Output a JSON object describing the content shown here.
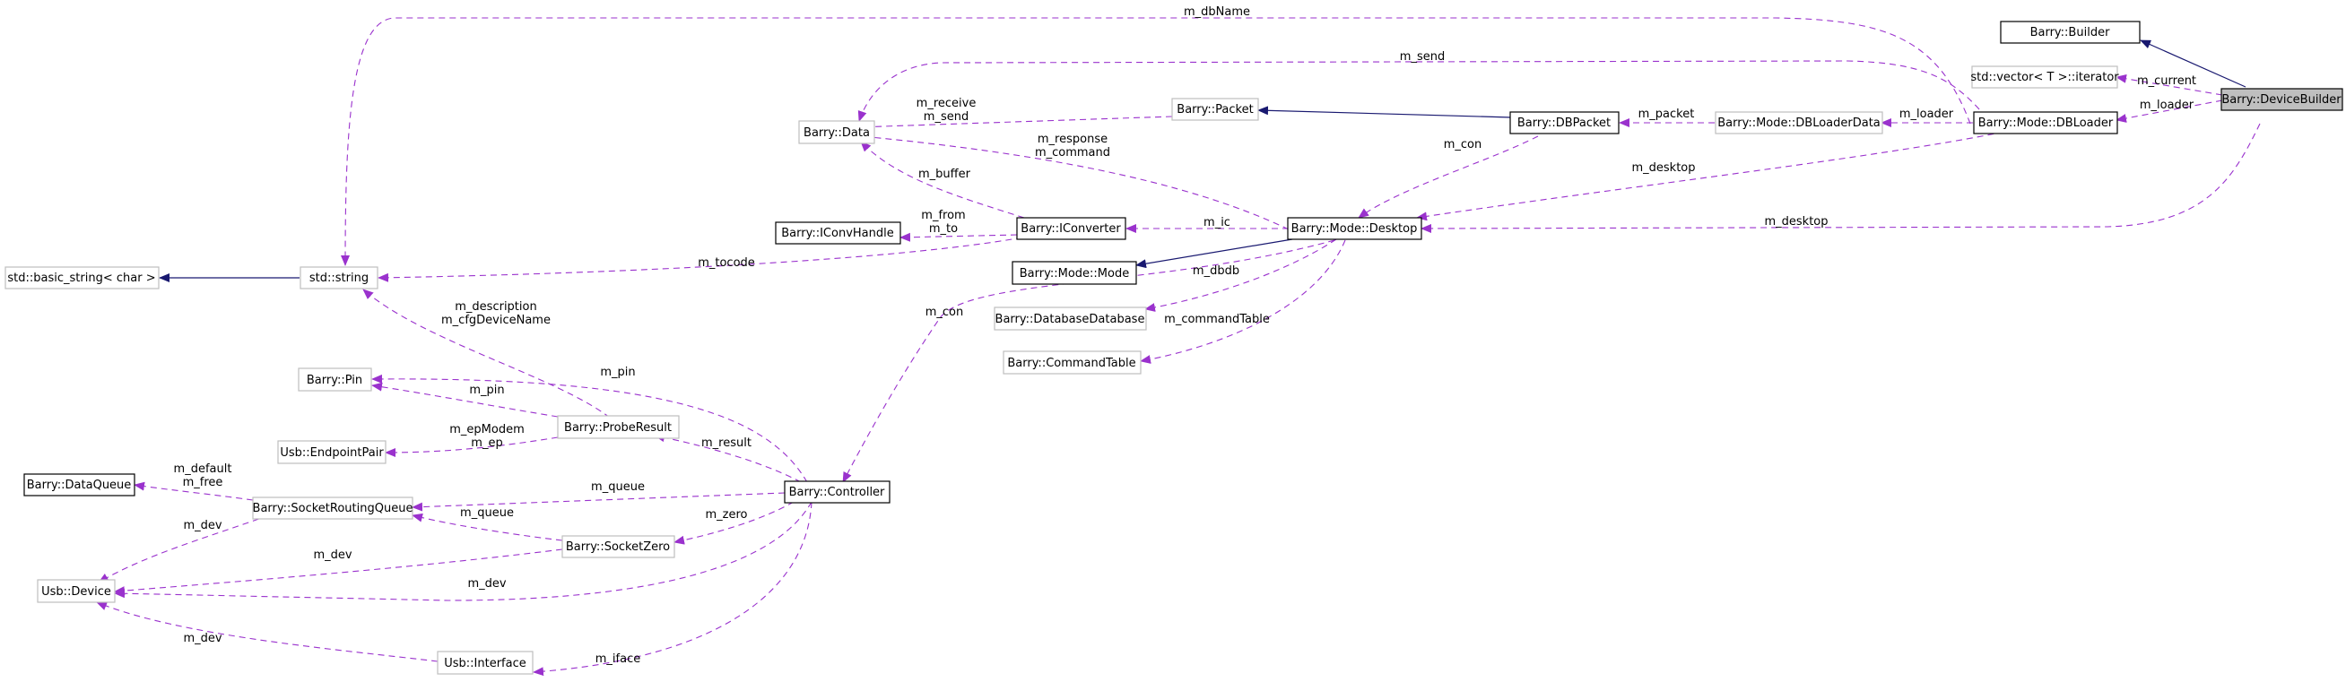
{
  "colors": {
    "usage": "#9a32cd",
    "inheritance": "#191970",
    "current_fill": "#bfbfbf",
    "grey_border": "#bfbfbf"
  },
  "nodes": {
    "builder": "Barry::Builder",
    "vector_iterator": "std::vector< T >::iterator",
    "device_builder": "Barry::DeviceBuilder",
    "dbloader": "Barry::Mode::DBLoader",
    "dbloader_data": "Barry::Mode::DBLoaderData",
    "dbpacket": "Barry::DBPacket",
    "packet": "Barry::Packet",
    "data": "Barry::Data",
    "desktop": "Barry::Mode::Desktop",
    "iconverter": "Barry::IConverter",
    "iconv_handle": "Barry::IConvHandle",
    "mode": "Barry::Mode::Mode",
    "database_database": "Barry::DatabaseDatabase",
    "command_table": "Barry::CommandTable",
    "basic_string": "std::basic_string< char >",
    "std_string": "std::string",
    "pin": "Barry::Pin",
    "probe_result": "Barry::ProbeResult",
    "endpoint_pair": "Usb::EndpointPair",
    "controller": "Barry::Controller",
    "data_queue": "Barry::DataQueue",
    "socket_routing_queue": "Barry::SocketRoutingQueue",
    "socket_zero": "Barry::SocketZero",
    "usb_device": "Usb::Device",
    "usb_interface": "Usb::Interface"
  },
  "edge_labels": {
    "db_name": "m_dbName",
    "send_top": "m_send",
    "current": "m_current",
    "loader_db": "m_loader",
    "loader_dbdata": "m_loader",
    "packet": "m_packet",
    "receive": "m_receive",
    "send_packet": "m_send",
    "response": "m_response",
    "command": "m_command",
    "con_dbpacket": "m_con",
    "desktop_dbloader": "m_desktop",
    "desktop_builder": "m_desktop",
    "buffer": "m_buffer",
    "ic": "m_ic",
    "from": "m_from",
    "to": "m_to",
    "tocode": "m_tocode",
    "dbdb": "m_dbdb",
    "command_table": "m_commandTable",
    "con_controller": "m_con",
    "description": "m_description",
    "cfg_device_name": "m_cfgDeviceName",
    "pin_controller": "m_pin",
    "pin_probe": "m_pin",
    "ep_modem": "m_epModem",
    "ep": "m_ep",
    "result": "m_result",
    "default": "m_default",
    "free": "m_free",
    "queue_controller": "m_queue",
    "queue_zero": "m_queue",
    "zero": "m_zero",
    "dev_queue": "m_dev",
    "dev_zero": "m_dev",
    "dev_controller": "m_dev",
    "dev_interface": "m_dev",
    "iface": "m_iface"
  }
}
